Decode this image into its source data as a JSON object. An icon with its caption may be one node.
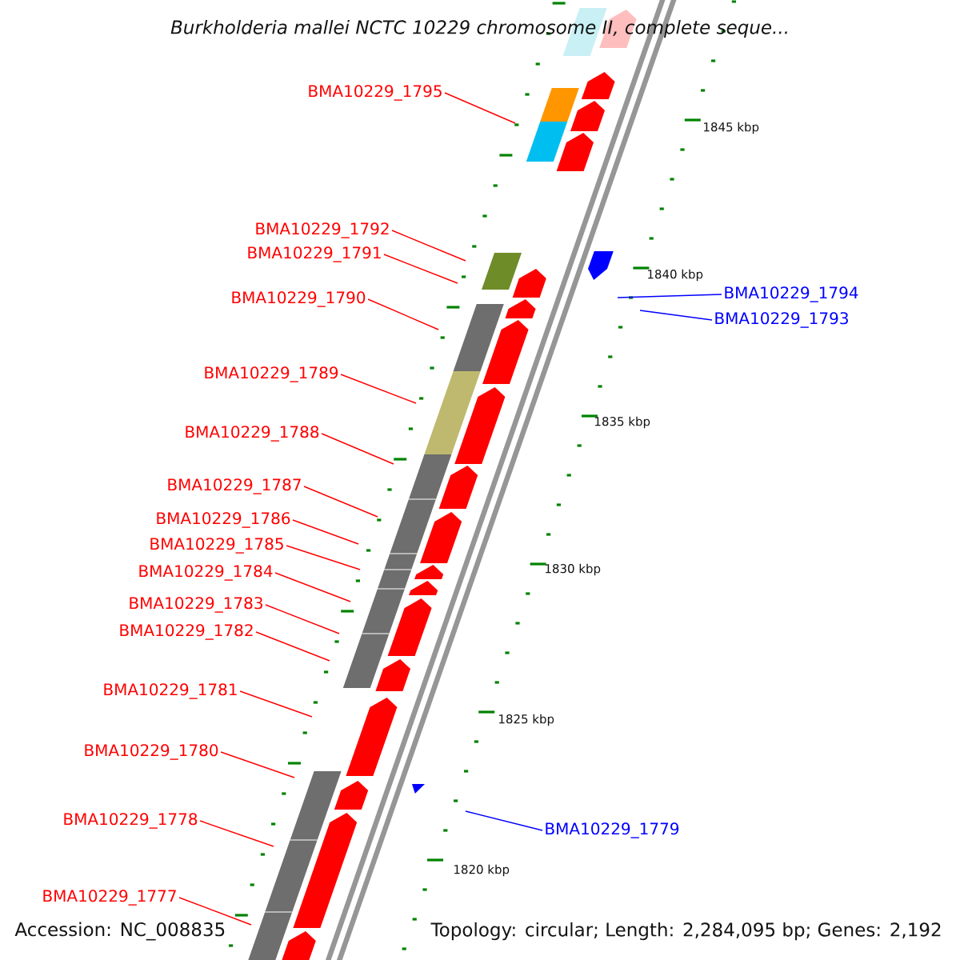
{
  "diagram": {
    "title": "Burkholderia mallei NCTC 10229 chromosome II, complete seque...",
    "nodes": [
      {
        "text": [
          "BMA10229_1795"
        ]
      },
      {
        "text": [
          "BMA10229_1792"
        ]
      },
      {
        "text": [
          "BMA10229_1791"
        ]
      },
      {
        "text": [
          "BMA10229_1794"
        ]
      },
      {
        "text": [
          "BMA10229_1790"
        ]
      },
      {
        "text": [
          "BMA10229_1793"
        ]
      },
      {
        "text": [
          "BMA10229_1789"
        ]
      },
      {
        "text": [
          "BMA10229_1788"
        ]
      },
      {
        "text": [
          "BMA10229_1787"
        ]
      },
      {
        "text": [
          "BMA10229_1786"
        ]
      },
      {
        "text": [
          "BMA10229_1785"
        ]
      },
      {
        "text": [
          "BMA10229_1784"
        ]
      },
      {
        "text": [
          "BMA10229_1783"
        ]
      },
      {
        "text": [
          "BMA10229_1782"
        ]
      },
      {
        "text": [
          "BMA10229_1781"
        ]
      },
      {
        "text": [
          "BMA10229_1780"
        ]
      },
      {
        "text": [
          "BMA10229_1778"
        ]
      },
      {
        "text": [
          "BMA10229_1779"
        ]
      },
      {
        "text": [
          "BMA10229_1777"
        ]
      }
    ],
    "edges": [
      {
        "from": 0,
        "to": null,
        "arrow": "none"
      },
      {
        "from": 1,
        "to": null,
        "arrow": "none"
      },
      {
        "from": 2,
        "to": null,
        "arrow": "none"
      },
      {
        "from": 3,
        "to": null,
        "arrow": "none",
        "color": "#0000ff"
      },
      {
        "from": 4,
        "to": null,
        "arrow": "none"
      },
      {
        "from": 5,
        "to": null,
        "arrow": "none",
        "color": "#0000ff"
      },
      {
        "from": 6,
        "to": null,
        "arrow": "none"
      },
      {
        "from": 7,
        "to": null,
        "arrow": "none"
      },
      {
        "from": 8,
        "to": null,
        "arrow": "none"
      },
      {
        "from": 9,
        "to": null,
        "arrow": "none"
      },
      {
        "from": 10,
        "to": null,
        "arrow": "none"
      },
      {
        "from": 11,
        "to": null,
        "arrow": "none"
      },
      {
        "from": 12,
        "to": null,
        "arrow": "none"
      },
      {
        "from": 13,
        "to": null,
        "arrow": "none"
      },
      {
        "from": 14,
        "to": null,
        "arrow": "none"
      },
      {
        "from": 15,
        "to": null,
        "arrow": "none"
      },
      {
        "from": 16,
        "to": null,
        "arrow": "none"
      },
      {
        "from": 17,
        "to": null,
        "arrow": "none",
        "color": "#0000ff"
      },
      {
        "from": 18,
        "to": null,
        "arrow": "none"
      }
    ],
    "labels": [
      "1845 kbp",
      "1840 kbp",
      "1835 kbp",
      "1830 kbp",
      "1825 kbp",
      "1820 kbp",
      "Accession: NC_008835",
      "Topology: circular; Length: 2,284,095 bp; Genes: 2,192"
    ]
  }
}
